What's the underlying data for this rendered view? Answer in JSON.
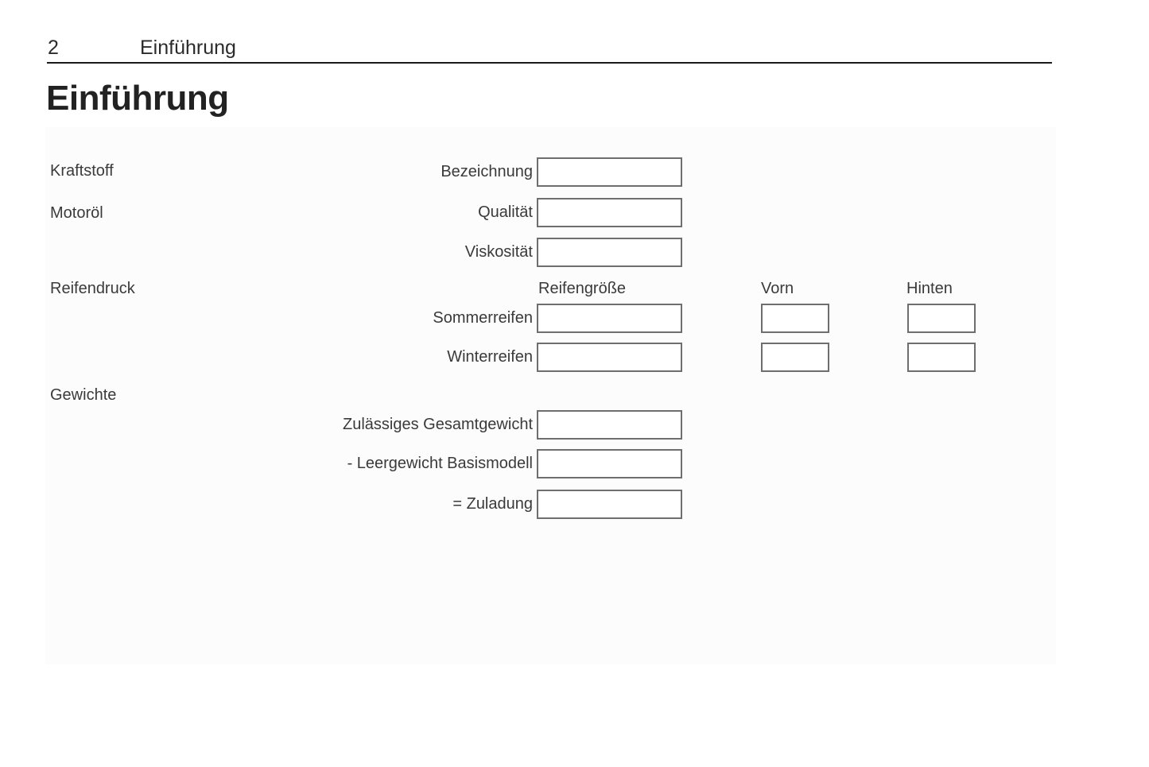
{
  "page": {
    "number": "2",
    "running_title": "Einführung",
    "title": "Einführung"
  },
  "form": {
    "sections": {
      "kraftstoff": "Kraftstoff",
      "motoroel": "Motoröl",
      "reifendruck": "Reifendruck",
      "gewichte": "Gewichte"
    },
    "fields": {
      "bezeichnung": "Bezeichnung",
      "qualitaet": "Qualität",
      "viskositaet": "Viskosität",
      "sommerreifen": "Sommerreifen",
      "winterreifen": "Winterreifen",
      "gesamtgewicht": "Zulässiges Gesamtgewicht",
      "leergewicht": "- Leergewicht Basismodell",
      "zuladung": "= Zuladung"
    },
    "columns": {
      "reifengroesse": "Reifengröße",
      "vorn": "Vorn",
      "hinten": "Hinten"
    }
  },
  "colors": {
    "page_background": "#ffffff",
    "panel_background": "#fcfcfc",
    "box_border": "#6e6e6e",
    "rule": "#1a1a1a",
    "text": "#333333"
  }
}
